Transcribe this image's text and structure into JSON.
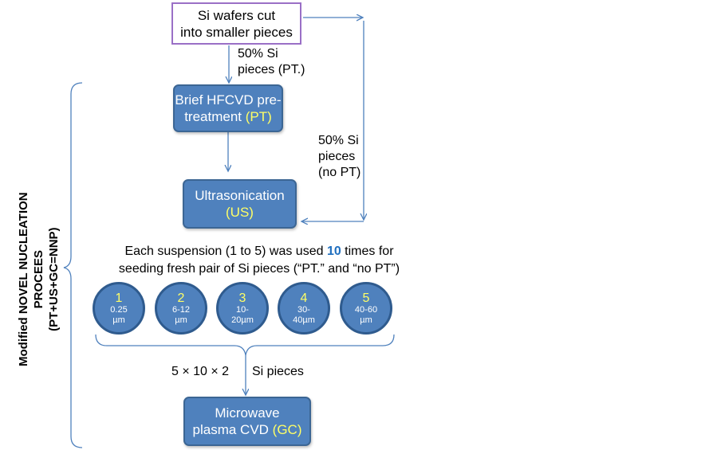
{
  "diagram": {
    "top_box": {
      "line1": "Si wafers cut",
      "line2": "into smaller pieces"
    },
    "label_pt_branch": {
      "line1": "50% Si",
      "line2": "pieces (PT.)"
    },
    "pretreat_box": {
      "line1": "Brief HFCVD pre-",
      "line2_text": "treatment ",
      "line2_highlight": "(PT)"
    },
    "label_no_pt_branch": {
      "line1": "50% Si",
      "line2": "pieces",
      "line3": "(no PT)"
    },
    "ultrasonication_box": {
      "line1": "Ultrasonication",
      "line2_highlight": "(US)"
    },
    "suspension_note": {
      "line1_before": "Each suspension (1 to 5) was used ",
      "line1_number": "10",
      "line1_after": " times for",
      "line2": "seeding fresh pair of Si pieces (“PT.” and “no PT”)"
    },
    "suspensions": [
      {
        "index": "1",
        "size_line1": "0.25",
        "size_line2": "µm"
      },
      {
        "index": "2",
        "size_line1": "6-12",
        "size_line2": "µm"
      },
      {
        "index": "3",
        "size_line1": "10-",
        "size_line2": "20µm"
      },
      {
        "index": "4",
        "size_line1": "30-",
        "size_line2": "40µm"
      },
      {
        "index": "5",
        "size_line1": "40-60",
        "size_line2": "µm"
      }
    ],
    "count_label": "5 × 10 × 2",
    "count_unit": "Si pieces",
    "cvd_box": {
      "line1": "Microwave",
      "line2_text": "plasma CVD ",
      "line2_highlight": "(GC)"
    },
    "side_label": {
      "line1": "Modified NOVEL NUCLEATION",
      "line2": "PROCEES",
      "line3": "(PT+US+GC=NNP)"
    }
  },
  "colors": {
    "box_fill": "#4f81bd",
    "highlight": "#ffff66",
    "number_accent": "#1f6fbf",
    "line": "#4f81bd",
    "top_box_border": "#9a6fc6"
  }
}
